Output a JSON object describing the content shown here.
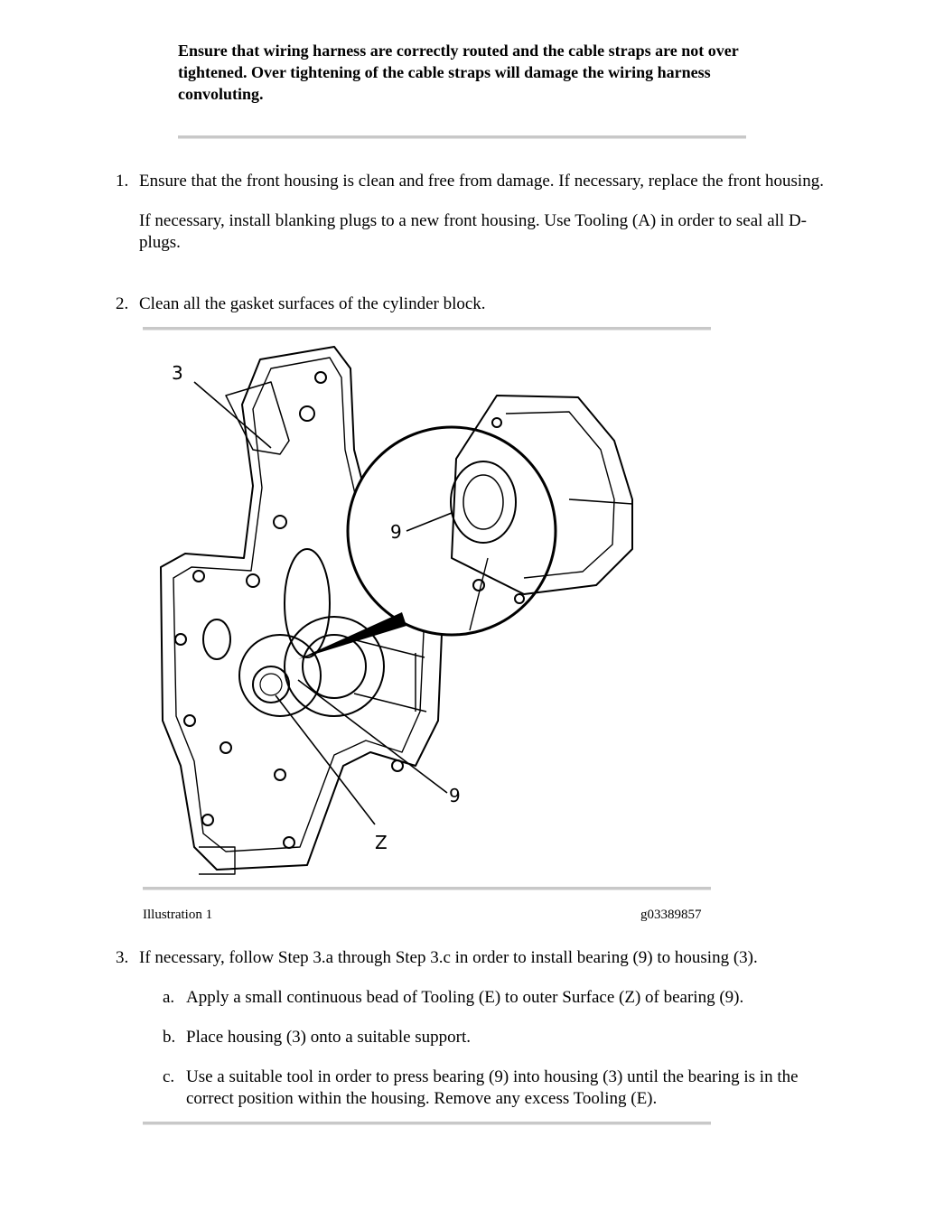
{
  "notice": {
    "text": "Ensure that wiring harness are correctly routed and the cable straps are not over tightened. Over tightening of the cable straps will damage the wiring harness convoluting."
  },
  "steps": [
    {
      "number": "1.",
      "paragraphs": [
        "Ensure that the front housing is clean and free from damage. If necessary, replace the front housing.",
        "If necessary, install blanking plugs to a new front housing. Use Tooling (A) in order to seal all D-plugs."
      ]
    },
    {
      "number": "2.",
      "paragraphs": [
        "Clean all the gasket surfaces of the cylinder block."
      ]
    },
    {
      "number": "3.",
      "paragraphs": [
        "If necessary, follow Step 3.a through Step 3.c in order to install bearing (9) to housing (3)."
      ],
      "substeps": [
        {
          "number": "a.",
          "text": "Apply a small continuous bead of Tooling (E) to outer Surface (Z) of bearing (9)."
        },
        {
          "number": "b.",
          "text": "Place housing (3) onto a suitable support."
        },
        {
          "number": "c.",
          "text": "Use a suitable tool in order to press bearing (9) into housing (3) until the bearing is in the correct position within the housing. Remove any excess Tooling (E)."
        }
      ]
    }
  ],
  "illustration": {
    "caption": "Illustration 1",
    "id": "g03389857",
    "callouts": {
      "housing": "3",
      "bearing_detail": "9",
      "bearing": "9",
      "surface": "Z"
    }
  }
}
